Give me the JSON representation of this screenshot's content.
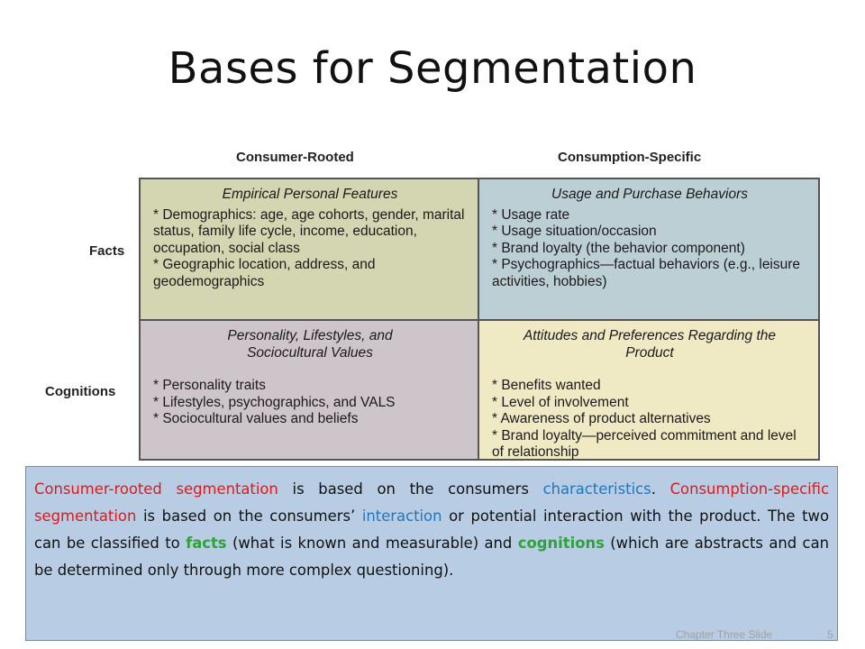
{
  "slide": {
    "title": "Bases for Segmentation"
  },
  "table": {
    "col_headers": [
      "Consumer-Rooted",
      "Consumption-Specific"
    ],
    "row_headers": [
      "Facts",
      "Cognitions"
    ],
    "cells": {
      "facts_consumer": {
        "heading": "Empirical Personal Features",
        "items": [
          "* Demographics: age, age cohorts, gender, marital status, family life cycle, income, education, occupation, social class",
          "* Geographic location, address, and geodemographics"
        ]
      },
      "facts_consumption": {
        "heading": "Usage and Purchase Behaviors",
        "items": [
          "* Usage rate",
          "* Usage situation/occasion",
          "* Brand loyalty (the behavior component)",
          "* Psychographics—factual behaviors (e.g., leisure activities, hobbies)"
        ]
      },
      "cognitions_consumer": {
        "heading": "Personality, Lifestyles, and Sociocultural Values",
        "items": [
          "* Personality traits",
          "* Lifestyles, psychographics, and VALS",
          "* Sociocultural values and beliefs"
        ]
      },
      "cognitions_consumption": {
        "heading": "Attitudes and Preferences Regarding the Product",
        "items": [
          "* Benefits wanted",
          "* Level of involvement",
          "* Awareness of product alternatives",
          "* Brand loyalty—perceived commitment and level of relationship"
        ]
      }
    }
  },
  "note": {
    "seg1": "Consumer-rooted segmentation",
    "seg2": " is based on the consumers ",
    "seg3": "characteristics",
    "seg4": ". ",
    "seg5": "Consumption-specific segmentation",
    "seg6": " is based on the consumers’ ",
    "seg7": "interaction",
    "seg8": " or potential interaction with the product. The two can be classified to ",
    "seg9": "facts",
    "seg10": " (what is known and measurable) and ",
    "seg11": "cognitions",
    "seg12": " (which are abstracts and can be determined only through more complex questioning)."
  },
  "footer": {
    "text": "Chapter Three Slide",
    "page": "5"
  },
  "colors": {
    "red": "#e0191b",
    "blue": "#1f77c0",
    "green": "#2fa23a"
  }
}
